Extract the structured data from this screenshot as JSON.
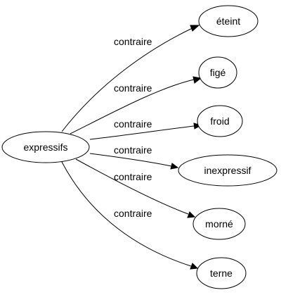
{
  "graph": {
    "source": {
      "label": "expressifs"
    },
    "edges": [
      {
        "label": "contraire",
        "target": "éteint"
      },
      {
        "label": "contraire",
        "target": "figé"
      },
      {
        "label": "contraire",
        "target": "froid"
      },
      {
        "label": "contraire",
        "target": "inexpressif"
      },
      {
        "label": "contraire",
        "target": "morné"
      },
      {
        "label": "contraire",
        "target": "terne"
      }
    ]
  },
  "colors": {
    "stroke": "#000000",
    "fill": "#ffffff",
    "text": "#000000"
  }
}
